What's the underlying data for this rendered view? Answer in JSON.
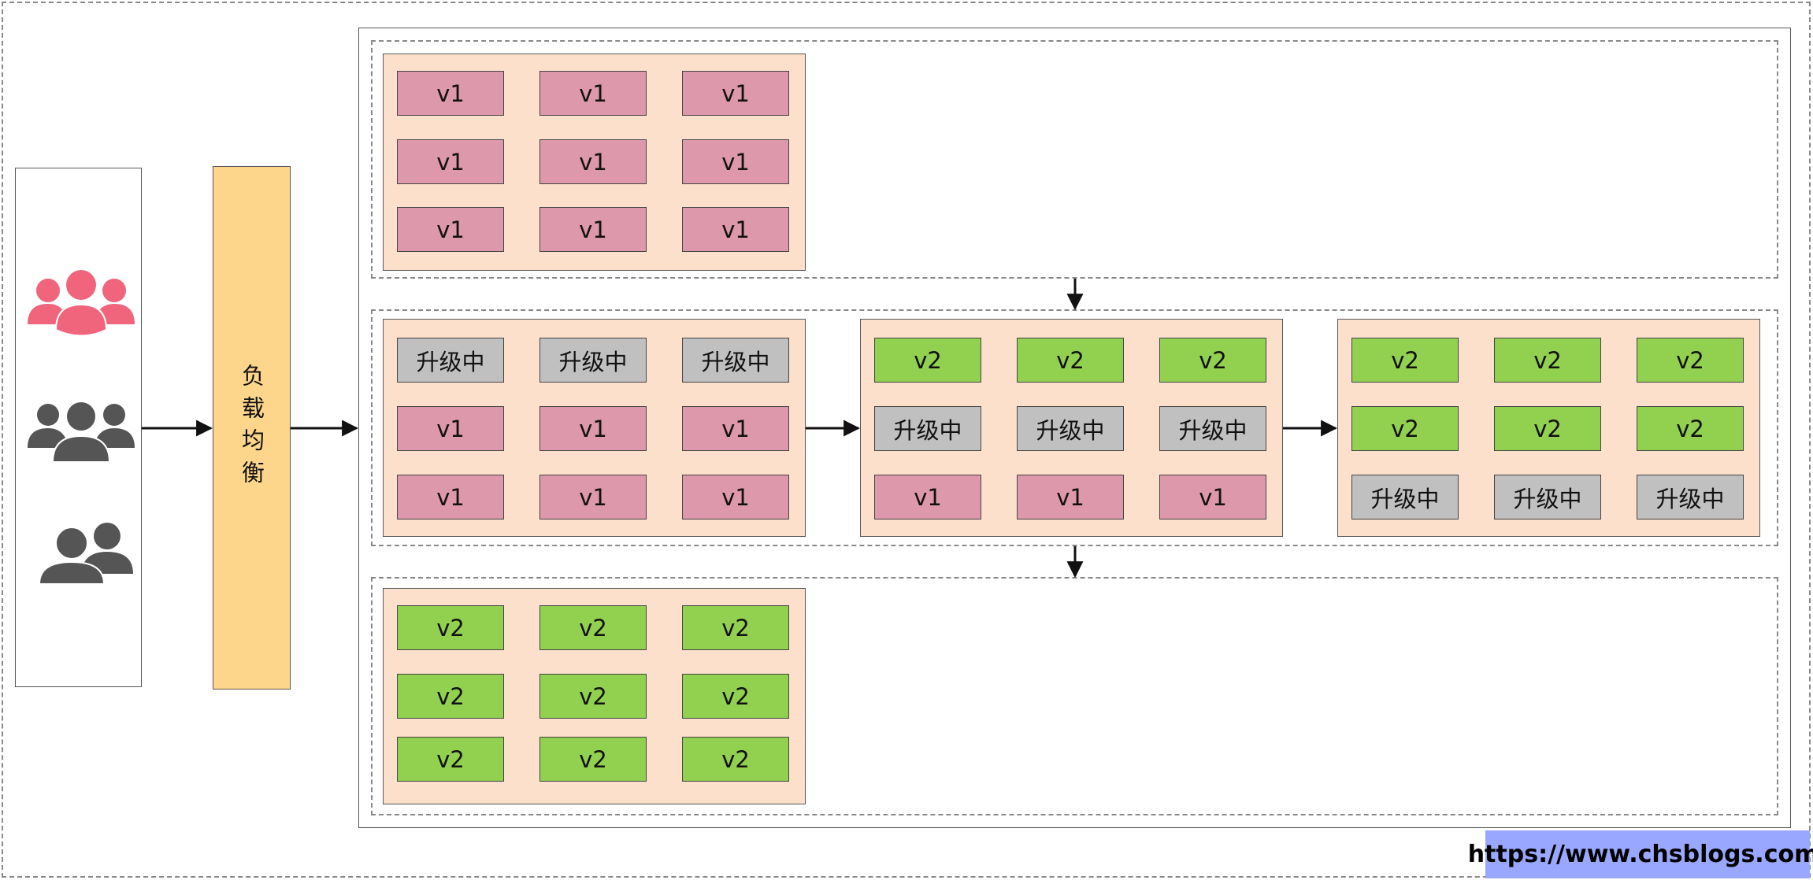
{
  "colors": {
    "v1": "#de98ab",
    "v2": "#92d050",
    "upgrading": "#c0c0c0",
    "group_bg": "#fde0cc",
    "load_balancer": "#fdd68b",
    "users_primary": "#f0647c",
    "users_secondary": "#555555",
    "footer_bg": "#9aa7ff"
  },
  "icons": [
    "users-group-pink-icon",
    "users-group-dark-icon",
    "users-pair-dark-icon"
  ],
  "load_balancer": {
    "label": "负载均衡"
  },
  "stages": {
    "initial": {
      "rows": [
        [
          "v1",
          "v1",
          "v1"
        ],
        [
          "v1",
          "v1",
          "v1"
        ],
        [
          "v1",
          "v1",
          "v1"
        ]
      ]
    },
    "step1": {
      "rows": [
        [
          "升级中",
          "升级中",
          "升级中"
        ],
        [
          "v1",
          "v1",
          "v1"
        ],
        [
          "v1",
          "v1",
          "v1"
        ]
      ]
    },
    "step2": {
      "rows": [
        [
          "v2",
          "v2",
          "v2"
        ],
        [
          "升级中",
          "升级中",
          "升级中"
        ],
        [
          "v1",
          "v1",
          "v1"
        ]
      ]
    },
    "step3": {
      "rows": [
        [
          "v2",
          "v2",
          "v2"
        ],
        [
          "v2",
          "v2",
          "v2"
        ],
        [
          "升级中",
          "升级中",
          "升级中"
        ]
      ]
    },
    "final": {
      "rows": [
        [
          "v2",
          "v2",
          "v2"
        ],
        [
          "v2",
          "v2",
          "v2"
        ],
        [
          "v2",
          "v2",
          "v2"
        ]
      ]
    }
  },
  "footer": {
    "url": "https://www.chsblogs.com/"
  }
}
